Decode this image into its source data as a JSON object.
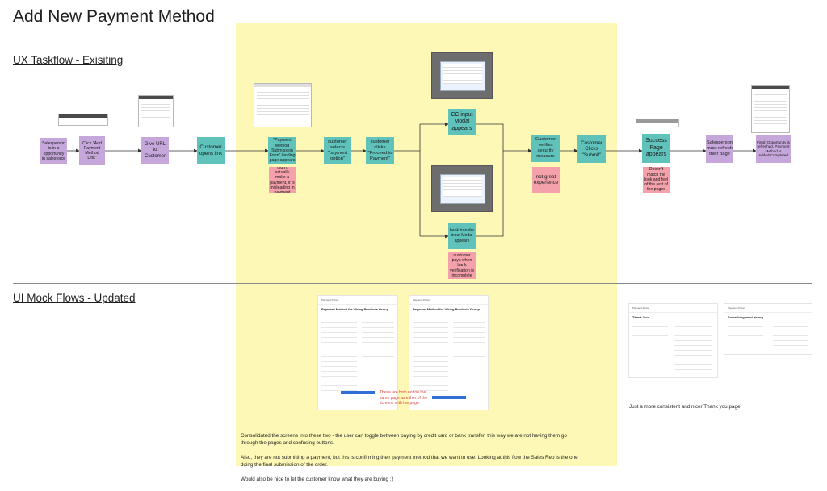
{
  "title": "Add New Payment Method",
  "sections": {
    "existing": "UX Taskflow  - Exisiting",
    "updated": "UI Mock Flows - Updated"
  },
  "flow": {
    "salesperson_opportunity": "Salesperson is in a opportunity in salesforce",
    "click_add_payment": "Click \"Add Payment Method Link\"",
    "give_url": "Give URL to Customer",
    "customer_opens_link": "Customer opens link",
    "payment_method_form": "\"Payment Method Submission Form\" landing page appears",
    "customer_selects_option": "customer selects \"payment option\"",
    "customer_clicks_proceed": "customer clicks \"Proceed to Payment\"",
    "cc_input_modal": "CC input Modal appears",
    "bank_transfer_modal": "bank transfer input Modal appears",
    "customer_verifies": "Customer verifies security measure",
    "customer_clicks_submit": "Customer Clicks \"Submit\"",
    "success_page": "Success Page appears",
    "salesperson_refresh": "Salesperson must refresh their page",
    "final_step": "Final: Opportunity is refreshed, Payment Method is Added/Completed"
  },
  "issues": {
    "landing_confusing": "Customer didn't actually make a payment, it is misleading in payment wording",
    "not_great_experience": "not great experience",
    "success_page_issue": "Doesn't match the look and feel of the rest of the pages",
    "bank_transfer_issue": "customer pays when bank verification is incomplete"
  },
  "mocks": {
    "header": "Payment Portal",
    "form_title": "Payment Method for Viking Products Group",
    "thank_you": "Thank You!",
    "went_wrong": "Something went wrong."
  },
  "annotations": {
    "red_note": "These are both not on the same page as either of the screens with the page.",
    "thank_you_note": "Just a more consistent and nicer Thank you page"
  },
  "notes": {
    "line1": "Consolidated the screens into these two - the user can toggle between paying by credit card or bank transfer, this way we are not having them go",
    "line2": "through the pages and confusing buttons.",
    "line3": "Also, they are not submitting a payment, but this is confirming their payment method that we want to use. Looking at this flow the Sales Rep is the one",
    "line4": "doing the final submission of the order.",
    "line5": "Would also be nice to let the customer know what they are buying :)"
  }
}
